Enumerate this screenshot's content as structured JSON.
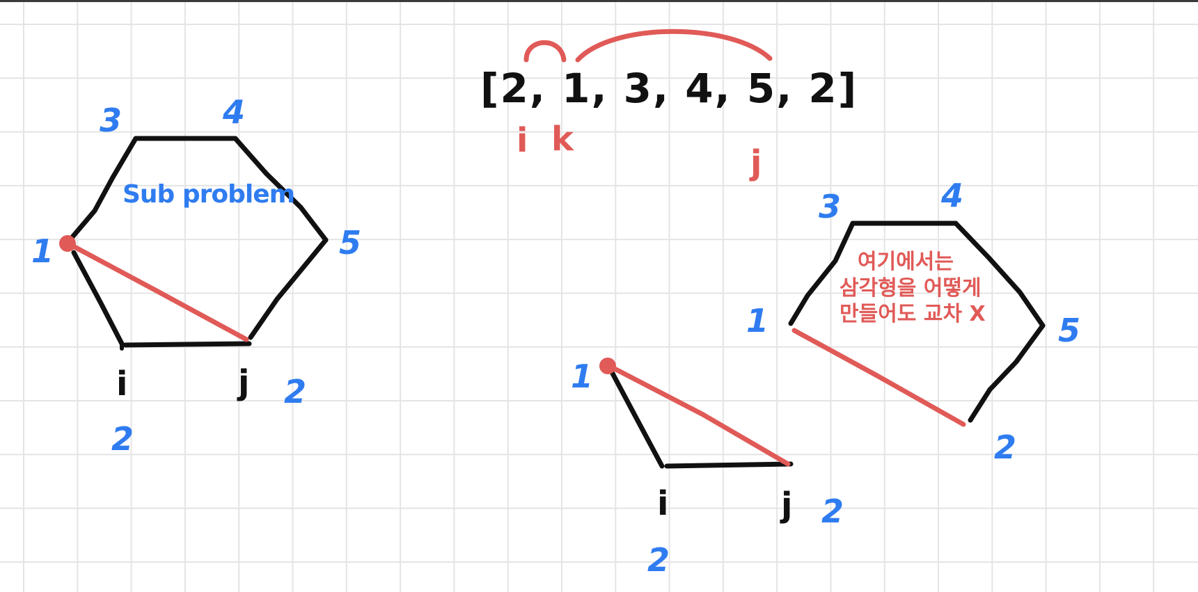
{
  "colors": {
    "black": "#111111",
    "red": "#e05a57",
    "blue": "#2f7cf0",
    "grid": "#e4e4e4"
  },
  "array": {
    "text": "[2, 1, 3, 4, 5, 2]",
    "i": "i",
    "k": "k",
    "j": "j"
  },
  "left_polygon": {
    "vertices": [
      "3",
      "4",
      "1",
      "5"
    ],
    "side_label": "2",
    "bottom_label": "2",
    "i": "i",
    "j": "j",
    "annotation": "Sub problem"
  },
  "triangle": {
    "vertex": "1",
    "side_label": "2",
    "bottom_label": "2",
    "i": "i",
    "j": "j"
  },
  "right_polygon": {
    "vertices": [
      "3",
      "4",
      "1",
      "5"
    ],
    "side_label": "2",
    "note_line1": "여기에서는",
    "note_line2": "삼각형을 어떻게",
    "note_line3": "만들어도 교차 X"
  }
}
